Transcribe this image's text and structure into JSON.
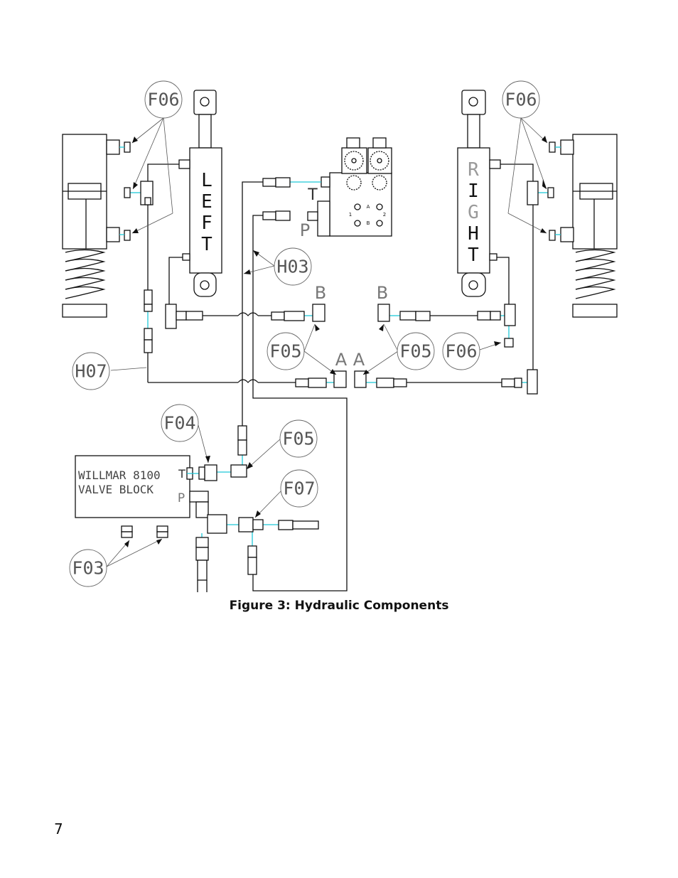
{
  "figure": {
    "caption": "Figure 3: Hydraulic Components",
    "page_number": "7"
  },
  "cylinders": {
    "left_letters": [
      "L",
      "E",
      "F",
      "T"
    ],
    "right_letters": [
      "R",
      "I",
      "G",
      "H",
      "T"
    ]
  },
  "callouts": {
    "f06_left": "F06",
    "f06_right": "F06",
    "f06_lower": "F06",
    "h03": "H03",
    "f05_left": "F05",
    "f05_right": "F05",
    "f05_lower": "F05",
    "h07": "H07",
    "f04": "F04",
    "f07": "F07",
    "f03": "F03"
  },
  "port_labels": {
    "t_valve": "T",
    "p_valve": "P",
    "b_left": "B",
    "b_right": "B",
    "a_left": "A",
    "a_right": "A",
    "t_block": "T",
    "p_block": "P"
  },
  "valve_block": {
    "line1": "WILLMAR 8100",
    "line2": "VALVE BLOCK"
  },
  "control_valve": {
    "port_a": "A",
    "port_b": "B",
    "mark_1": "1",
    "mark_2": "2"
  },
  "colors": {
    "line": "#111111",
    "connector": "#1ec8d8",
    "callout": "#666666"
  }
}
